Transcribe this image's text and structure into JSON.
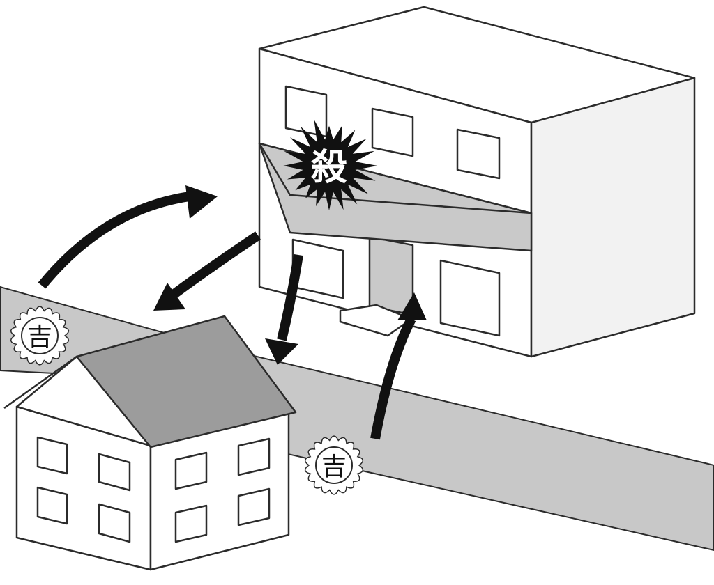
{
  "labels": {
    "sha_burst": "殺",
    "kichi_lower_left": "吉",
    "kichi_lower_center": "吉"
  },
  "colors": {
    "outline": "#2b2b2b",
    "wall": "#ffffff",
    "wall_side": "#f2f2f2",
    "road": "#c8c8c8",
    "roof": "#9c9c9c",
    "canopy": "#c9c9c9",
    "arrow": "#111111",
    "burst": "#111111",
    "burst_text": "#ffffff",
    "badge_bg": "#ffffff"
  },
  "icons": {
    "burst": "explosion-burst-icon",
    "badge": "scalloped-seal-icon",
    "arrow": "curved-arrow-icon"
  }
}
